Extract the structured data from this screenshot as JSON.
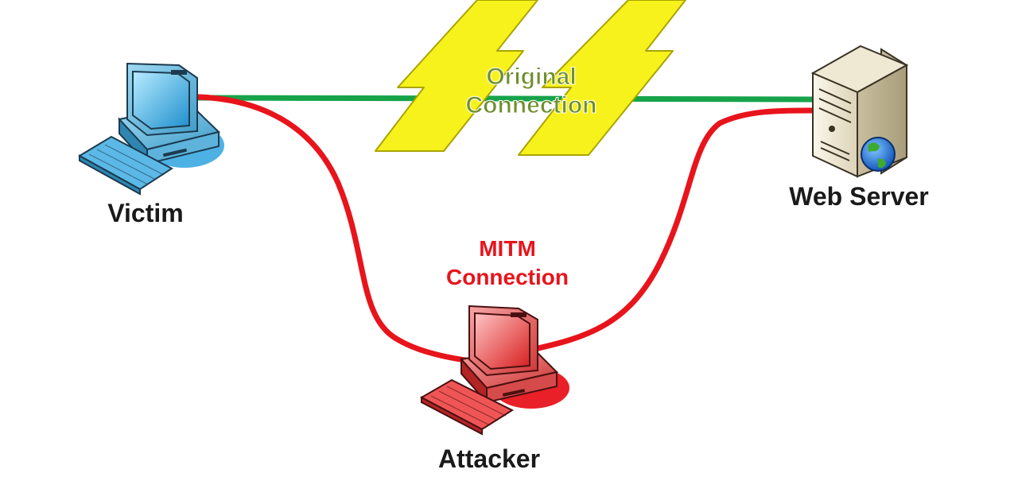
{
  "nodes": {
    "victim": {
      "label": "Victim",
      "icon": "desktop-computer-icon"
    },
    "attacker": {
      "label": "Attacker",
      "icon": "desktop-computer-icon"
    },
    "server": {
      "label": "Web Server",
      "icon": "web-server-icon"
    }
  },
  "connections": {
    "original": {
      "label_line1": "Original",
      "label_line2": "Connection",
      "status_icon": "lightning-bolt-icon"
    },
    "mitm": {
      "label_line1": "MITM",
      "label_line2": "Connection"
    }
  },
  "colors": {
    "original_line": "#16a34a",
    "original_text": "#6f8f2f",
    "mitm_line": "#e8141c",
    "mitm_text": "#e8141c",
    "bolt_fill": "#f7f21c",
    "bolt_stroke": "#a9a400",
    "victim_screen": "#49b6e6",
    "attacker_screen": "#ef3b3b"
  }
}
